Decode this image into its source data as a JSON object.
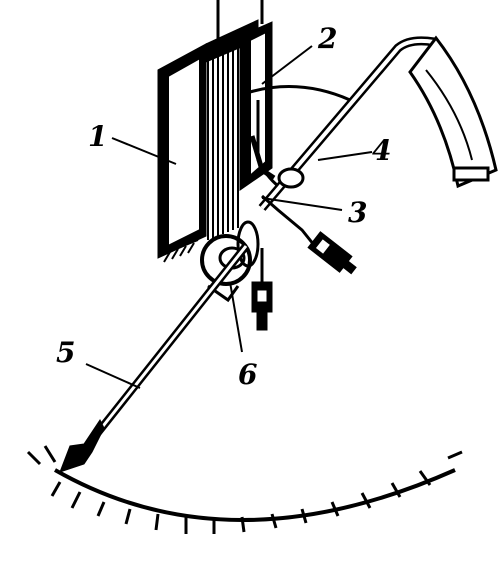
{
  "labels": {
    "coil": "1",
    "magnet": "2",
    "pivot": "3",
    "arm": "4",
    "pointer": "5",
    "axle": "6"
  }
}
